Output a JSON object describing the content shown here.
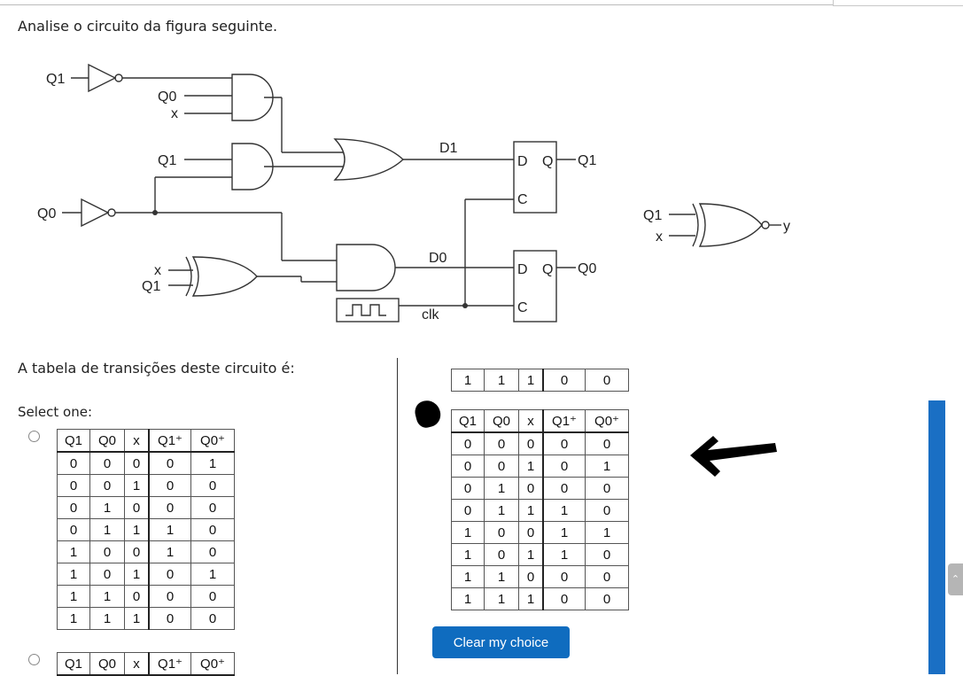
{
  "question": {
    "text": "Analise o circuito da figura seguinte.",
    "prompt": "A tabela de transições deste circuito é:",
    "select_one": "Select one:"
  },
  "circuit": {
    "labels": {
      "q1_in": "Q1",
      "q0_a": "Q0",
      "x_a": "x",
      "q1_b": "Q1",
      "q0_in": "Q0",
      "x_c": "x",
      "q1_c": "Q1",
      "d1": "D1",
      "d0": "D0",
      "clk": "clk",
      "ff1_d": "D",
      "ff1_q": "Q",
      "ff1_c": "C",
      "ff1_out": "Q1",
      "ff0_d": "D",
      "ff0_q": "Q",
      "ff0_c": "C",
      "ff0_out": "Q0",
      "xnor_q1": "Q1",
      "xnor_x": "x",
      "y": "y"
    }
  },
  "tables": {
    "headers": [
      "Q1",
      "Q0",
      "x",
      "Q1⁺",
      "Q0⁺"
    ],
    "option_a": [
      [
        "0",
        "0",
        "0",
        "0",
        "1"
      ],
      [
        "0",
        "0",
        "1",
        "0",
        "0"
      ],
      [
        "0",
        "1",
        "0",
        "0",
        "0"
      ],
      [
        "0",
        "1",
        "1",
        "1",
        "0"
      ],
      [
        "1",
        "0",
        "0",
        "1",
        "0"
      ],
      [
        "1",
        "0",
        "1",
        "0",
        "1"
      ],
      [
        "1",
        "1",
        "0",
        "0",
        "0"
      ],
      [
        "1",
        "1",
        "1",
        "0",
        "0"
      ]
    ],
    "partial_top_row": [
      "1",
      "1",
      "1",
      "0",
      "0"
    ],
    "option_selected": [
      [
        "0",
        "0",
        "0",
        "0",
        "0"
      ],
      [
        "0",
        "0",
        "1",
        "0",
        "1"
      ],
      [
        "0",
        "1",
        "0",
        "0",
        "0"
      ],
      [
        "0",
        "1",
        "1",
        "1",
        "0"
      ],
      [
        "1",
        "0",
        "0",
        "1",
        "1"
      ],
      [
        "1",
        "0",
        "1",
        "1",
        "0"
      ],
      [
        "1",
        "1",
        "0",
        "0",
        "0"
      ],
      [
        "1",
        "1",
        "1",
        "0",
        "0"
      ]
    ]
  },
  "buttons": {
    "clear": "Clear my choice"
  },
  "icons": {
    "scroll_top": "chevron-up-icon",
    "arrow": "left-arrow-annotation-icon"
  },
  "colors": {
    "accent": "#0f6cbf",
    "scrollbar": "#1a6fc4"
  }
}
